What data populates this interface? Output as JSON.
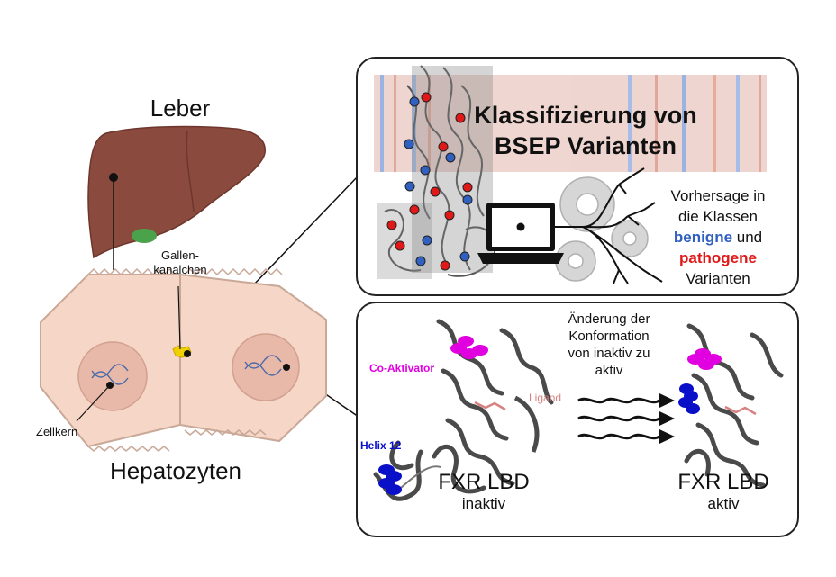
{
  "left": {
    "liver_label": "Leber",
    "canal_label_line1": "Gallen-",
    "canal_label_line2": "kanälchen",
    "nucleus_label": "Zellkern",
    "hepatocytes_label": "Hepatozyten"
  },
  "top_panel": {
    "title_line1": "Klassifizierung von",
    "title_line2": "BSEP Varianten",
    "prediction_line1": "Vorhersage in",
    "prediction_line2": "die Klassen",
    "benign_word": "benigne",
    "and_word": " und",
    "pathogenic_word": "pathogene",
    "prediction_line4": "Varianten"
  },
  "bottom_panel": {
    "change_line1": "Änderung der",
    "change_line2": "Konformation",
    "change_line3": "von inaktiv zu",
    "change_line4": "aktiv",
    "coactivator_label": "Co-Aktivator",
    "ligand_label": "Ligand",
    "helix_label": "Helix 12",
    "fxr_left_title": "FXR LBD",
    "fxr_left_state": "inaktiv",
    "fxr_right_title": "FXR LBD",
    "fxr_right_state": "aktiv"
  },
  "colors": {
    "benign": "#3060c0",
    "pathogenic": "#e01818",
    "coactivator": "#e000e0",
    "ligand": "#d88080",
    "helix12": "#0a10c8",
    "liver": "#8b4a3e",
    "cell": "#f6d6c6"
  }
}
